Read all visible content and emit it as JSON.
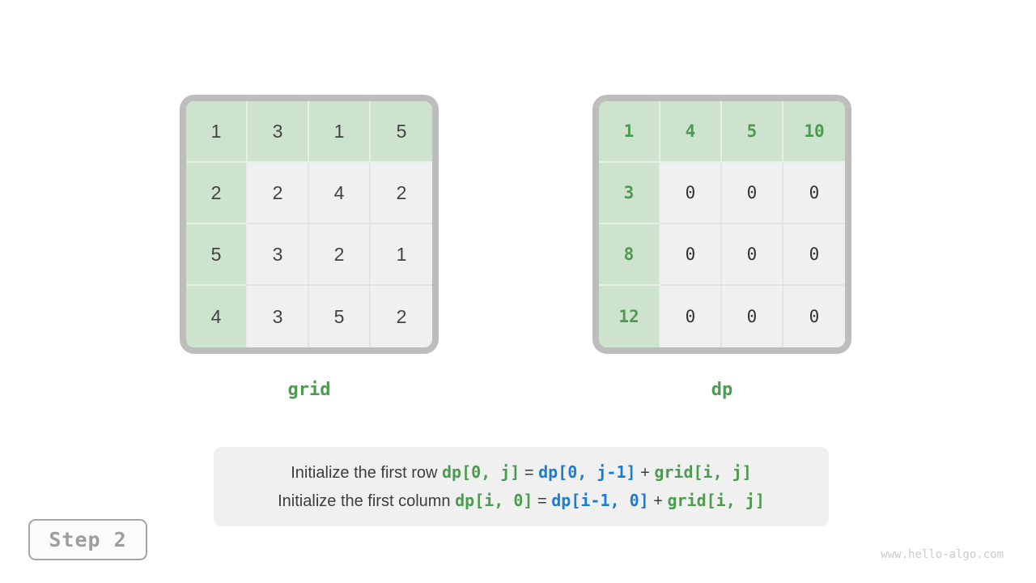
{
  "page": {
    "step_label": "Step 2",
    "watermark": "www.hello-algo.com"
  },
  "colors": {
    "highlight_cell_bg": "#cee3ce",
    "cell_bg": "#f0f0f0",
    "frame_border": "#bdbdbd",
    "green_text": "#4d9b51",
    "blue_text": "#1b7cd5",
    "dark_text": "#3d3d3d",
    "step_text": "#9e9e9e",
    "watermark_text": "#cbcbcb"
  },
  "matrices": {
    "grid": {
      "label": "grid",
      "font": "sans",
      "highlight_values": false,
      "rows": [
        [
          "1",
          "3",
          "1",
          "5"
        ],
        [
          "2",
          "2",
          "4",
          "2"
        ],
        [
          "5",
          "3",
          "2",
          "1"
        ],
        [
          "4",
          "3",
          "5",
          "2"
        ]
      ]
    },
    "dp": {
      "label": "dp",
      "font": "mono",
      "highlight_values": true,
      "rows": [
        [
          "1",
          "4",
          "5",
          "10"
        ],
        [
          "3",
          "0",
          "0",
          "0"
        ],
        [
          "8",
          "0",
          "0",
          "0"
        ],
        [
          "12",
          "0",
          "0",
          "0"
        ]
      ]
    }
  },
  "caption": {
    "line1": [
      {
        "text": "Initialize the first row ",
        "style": "plain"
      },
      {
        "text": "dp[0, j]",
        "style": "code-green"
      },
      {
        "text": " = ",
        "style": "plain"
      },
      {
        "text": "dp[0, j-1]",
        "style": "code-blue"
      },
      {
        "text": " + ",
        "style": "plain"
      },
      {
        "text": "grid[i, j]",
        "style": "code-green"
      }
    ],
    "line2": [
      {
        "text": "Initialize the first column ",
        "style": "plain"
      },
      {
        "text": "dp[i, 0]",
        "style": "code-green"
      },
      {
        "text": " = ",
        "style": "plain"
      },
      {
        "text": "dp[i-1, 0]",
        "style": "code-blue"
      },
      {
        "text": " + ",
        "style": "plain"
      },
      {
        "text": "grid[i, j]",
        "style": "code-green"
      }
    ]
  }
}
